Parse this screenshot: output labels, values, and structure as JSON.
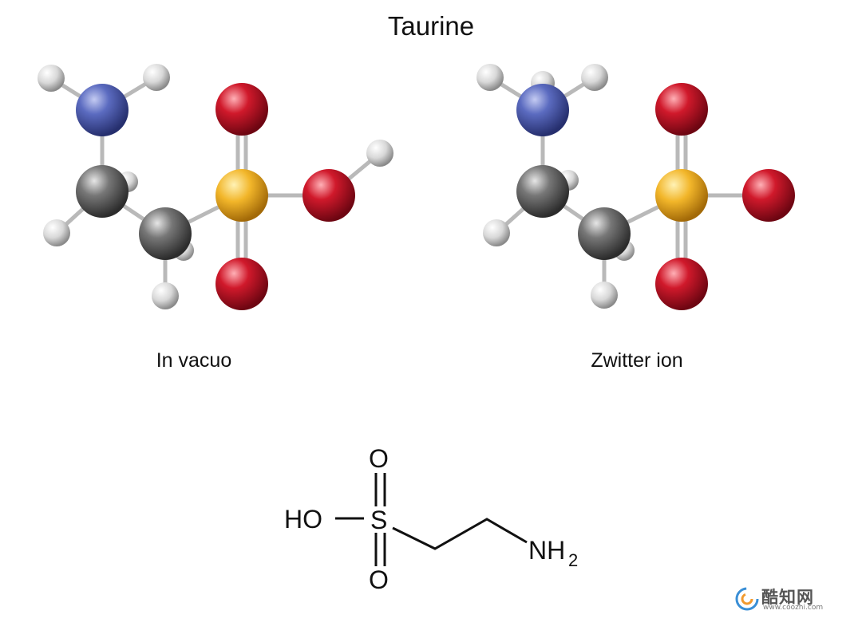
{
  "title": "Taurine",
  "models": [
    {
      "caption": "In vacuo"
    },
    {
      "caption": "Zwitter ion"
    }
  ],
  "structural_formula": {
    "labels": {
      "hydroxyl": "HO",
      "sulfur": "S",
      "oxygen_top": "O",
      "oxygen_bottom": "O",
      "amine": "NH",
      "amine_subscript": "2"
    }
  },
  "atom_colors": {
    "hydrogen": "#dcdcdc",
    "nitrogen": "#5563b5",
    "carbon": "#6e6e6e",
    "sulfur": "#f2b62a",
    "oxygen": "#d0192b"
  },
  "watermark": {
    "name": "酷知网",
    "url": "www.coozhi.com",
    "icon": "coozhi-logo-icon"
  }
}
